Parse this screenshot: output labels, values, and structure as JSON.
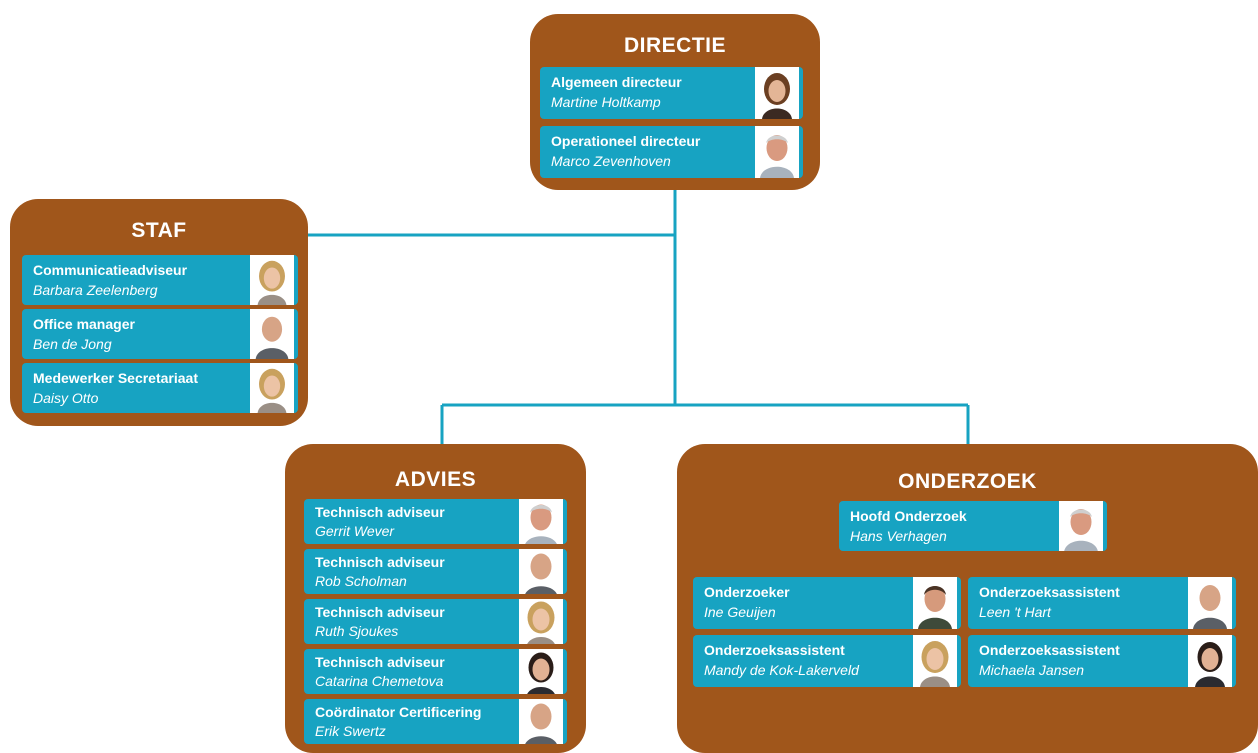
{
  "colors": {
    "group_fill": "#A0561B",
    "card_fill": "#17A3C2",
    "connector": "#17A3C2"
  },
  "directie": {
    "title": "DIRECTIE",
    "members": [
      {
        "role": "Algemeen directeur",
        "name": "Martine Holtkamp",
        "photo": "portrait-woman-brown-hair"
      },
      {
        "role": "Operationeel directeur",
        "name": "Marco Zevenhoven",
        "photo": "portrait-man-grey-hair"
      }
    ]
  },
  "staf": {
    "title": "STAF",
    "members": [
      {
        "role": "Communicatieadviseur",
        "name": "Barbara Zeelenberg",
        "photo": "portrait-woman-blonde"
      },
      {
        "role": "Office manager",
        "name": "Ben de Jong",
        "photo": "portrait-man-bald"
      },
      {
        "role": "Medewerker Secretariaat",
        "name": "Daisy Otto",
        "photo": "portrait-woman-blonde"
      }
    ]
  },
  "advies": {
    "title": "ADVIES",
    "members": [
      {
        "role": "Technisch adviseur",
        "name": "Gerrit Wever",
        "photo": "portrait-man-grey-hair"
      },
      {
        "role": "Technisch adviseur",
        "name": "Rob Scholman",
        "photo": "portrait-man-bald"
      },
      {
        "role": "Technisch adviseur",
        "name": "Ruth Sjoukes",
        "photo": "portrait-woman-blonde"
      },
      {
        "role": "Technisch adviseur",
        "name": "Catarina Chemetova",
        "photo": "portrait-woman-dark-hair"
      },
      {
        "role": "Coördinator Certificering",
        "name": "Erik Swertz",
        "photo": "portrait-man-bald"
      }
    ]
  },
  "onderzoek": {
    "title": "ONDERZOEK",
    "head": {
      "role": "Hoofd Onderzoek",
      "name": "Hans Verhagen",
      "photo": "portrait-man-grey-hair"
    },
    "members": [
      {
        "role": "Onderzoeker",
        "name": "Ine Geuijen",
        "photo": "portrait-man-dark-hair"
      },
      {
        "role": "Onderzoeksassistent",
        "name": "Leen 't Hart",
        "photo": "portrait-man-bald"
      },
      {
        "role": "Onderzoeksassistent",
        "name": "Mandy de Kok-Lakerveld",
        "photo": "portrait-woman-blonde"
      },
      {
        "role": "Onderzoeksassistent",
        "name": "Michaela Jansen",
        "photo": "portrait-woman-dark-hair"
      }
    ]
  }
}
